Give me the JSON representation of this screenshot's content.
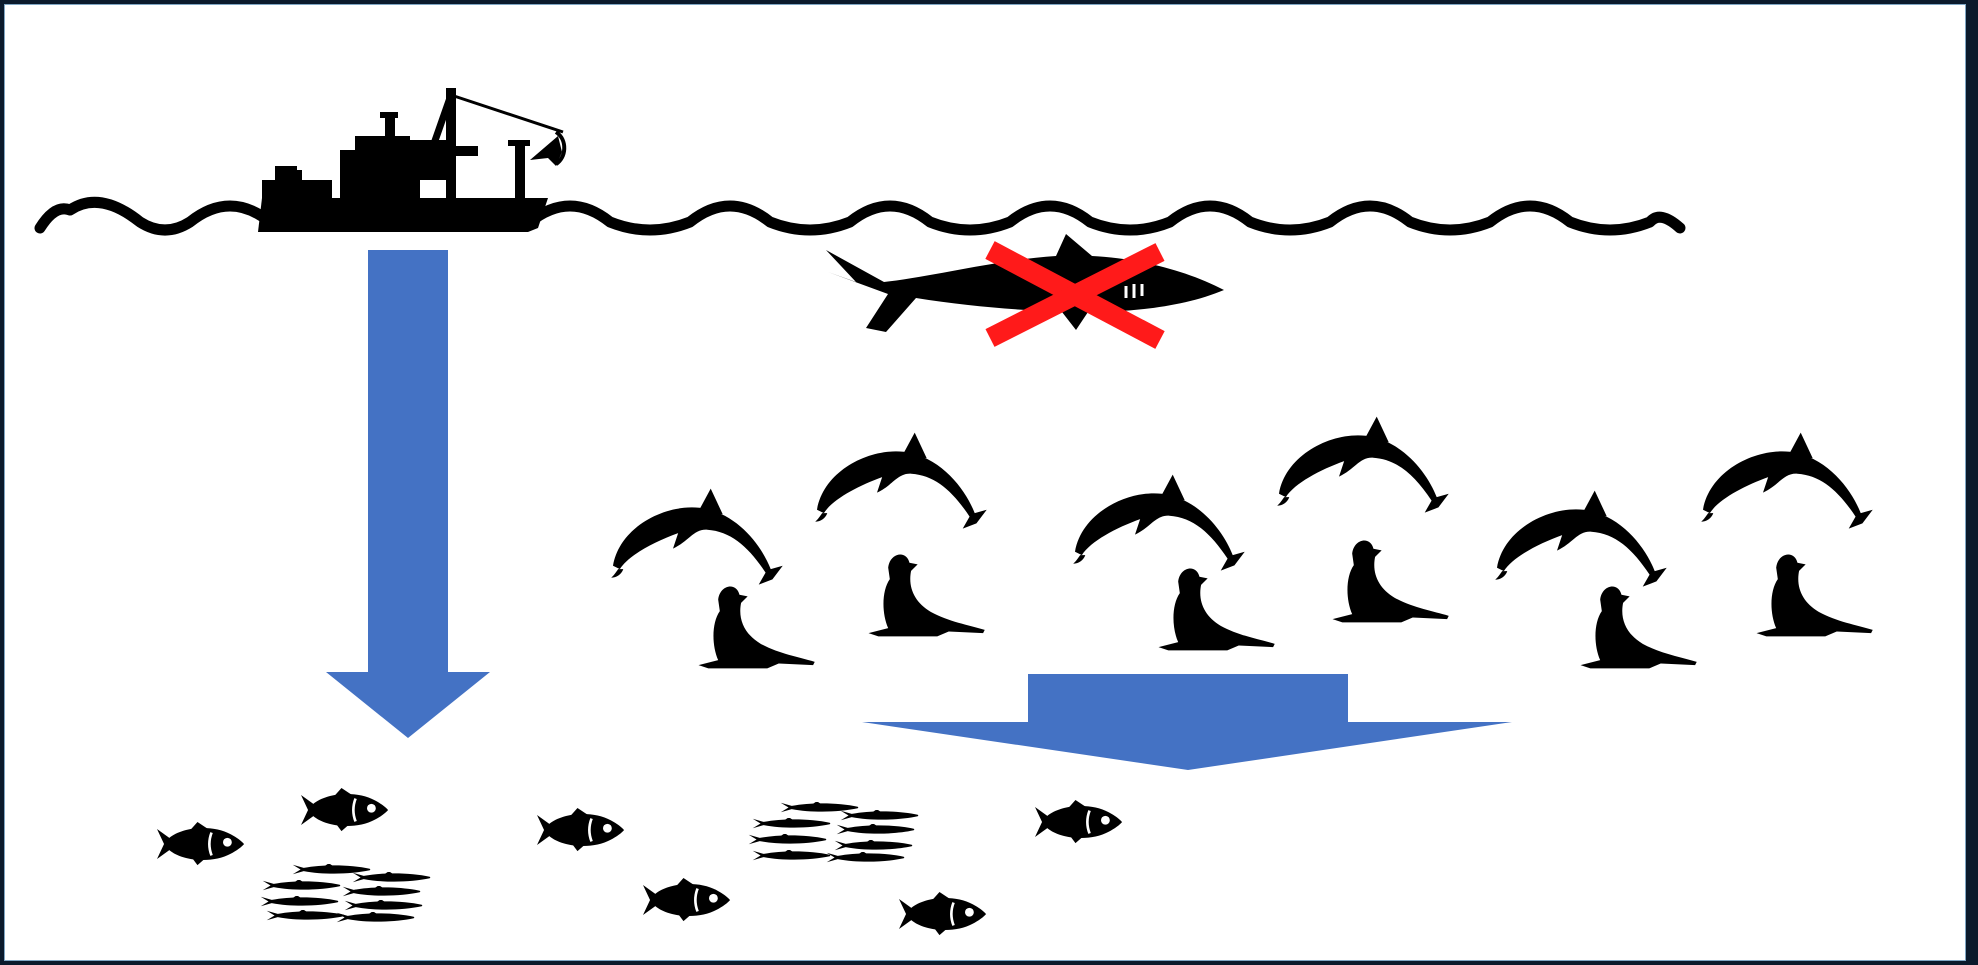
{
  "colors": {
    "frame": "#0b1a2c",
    "background": "#ffffff",
    "silhouette": "#000000",
    "arrow": "#4472c4",
    "cross": "#ff1a1a"
  },
  "icons": {
    "boat": "fishing-boat-icon",
    "shark": "shark-icon",
    "cross": "cross-out-icon",
    "dolphin": "dolphin-icon",
    "sea_lion": "sea-lion-icon",
    "fish": "fish-icon",
    "school": "fish-school-icon",
    "arrow": "arrow-down-icon"
  },
  "counts": {
    "dolphins": 6,
    "sea_lions": 6,
    "fish": 6,
    "fish_schools": 2
  }
}
